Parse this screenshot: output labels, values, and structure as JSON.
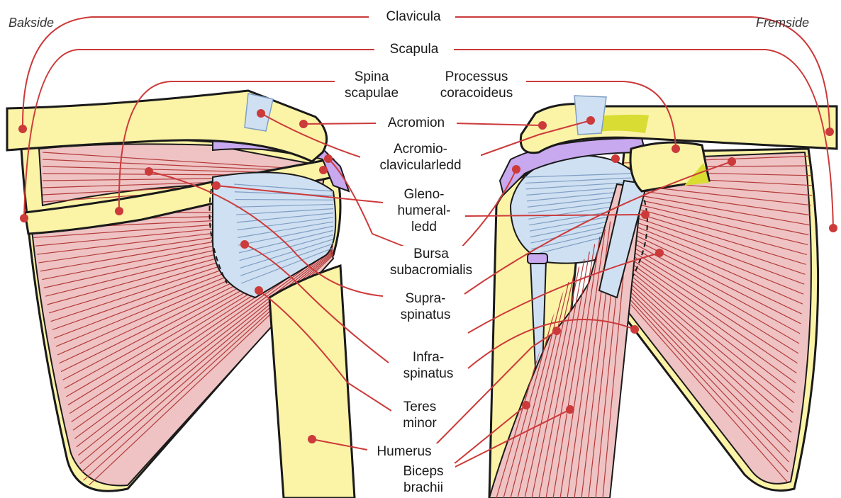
{
  "colors": {
    "bone": "#fbf3a6",
    "bone_outline": "#1a1a1a",
    "muscle": "#efc3c3",
    "muscle_line": "#b33a3a",
    "tendon": "#cfe0f2",
    "tendon_line": "#7f9ec4",
    "bursa": "#c8a8ef",
    "pointer": "#cc3a3a",
    "ligament": "#d9dc33"
  },
  "sides": {
    "left": "Bakside",
    "right": "Fremside"
  },
  "labels": {
    "clavicula": "Clavicula",
    "scapula": "Scapula",
    "spina_1": "Spina",
    "spina_2": "scapulae",
    "processus_1": "Processus",
    "processus_2": "coracoideus",
    "acromion": "Acromion",
    "acromioclav_1": "Acromio-",
    "acromioclav_2": "clavicularledd",
    "gleno_1": "Gleno-",
    "gleno_2": "humeral-",
    "gleno_3": "ledd",
    "bursa_1": "Bursa",
    "bursa_2": "subacromialis",
    "supra_1": "Supra-",
    "supra_2": "spinatus",
    "infra_1": "Infra-",
    "infra_2": "spinatus",
    "teres_1": "Teres",
    "teres_2": "minor",
    "humerus": "Humerus",
    "biceps_1": "Biceps",
    "biceps_2": "brachii"
  }
}
